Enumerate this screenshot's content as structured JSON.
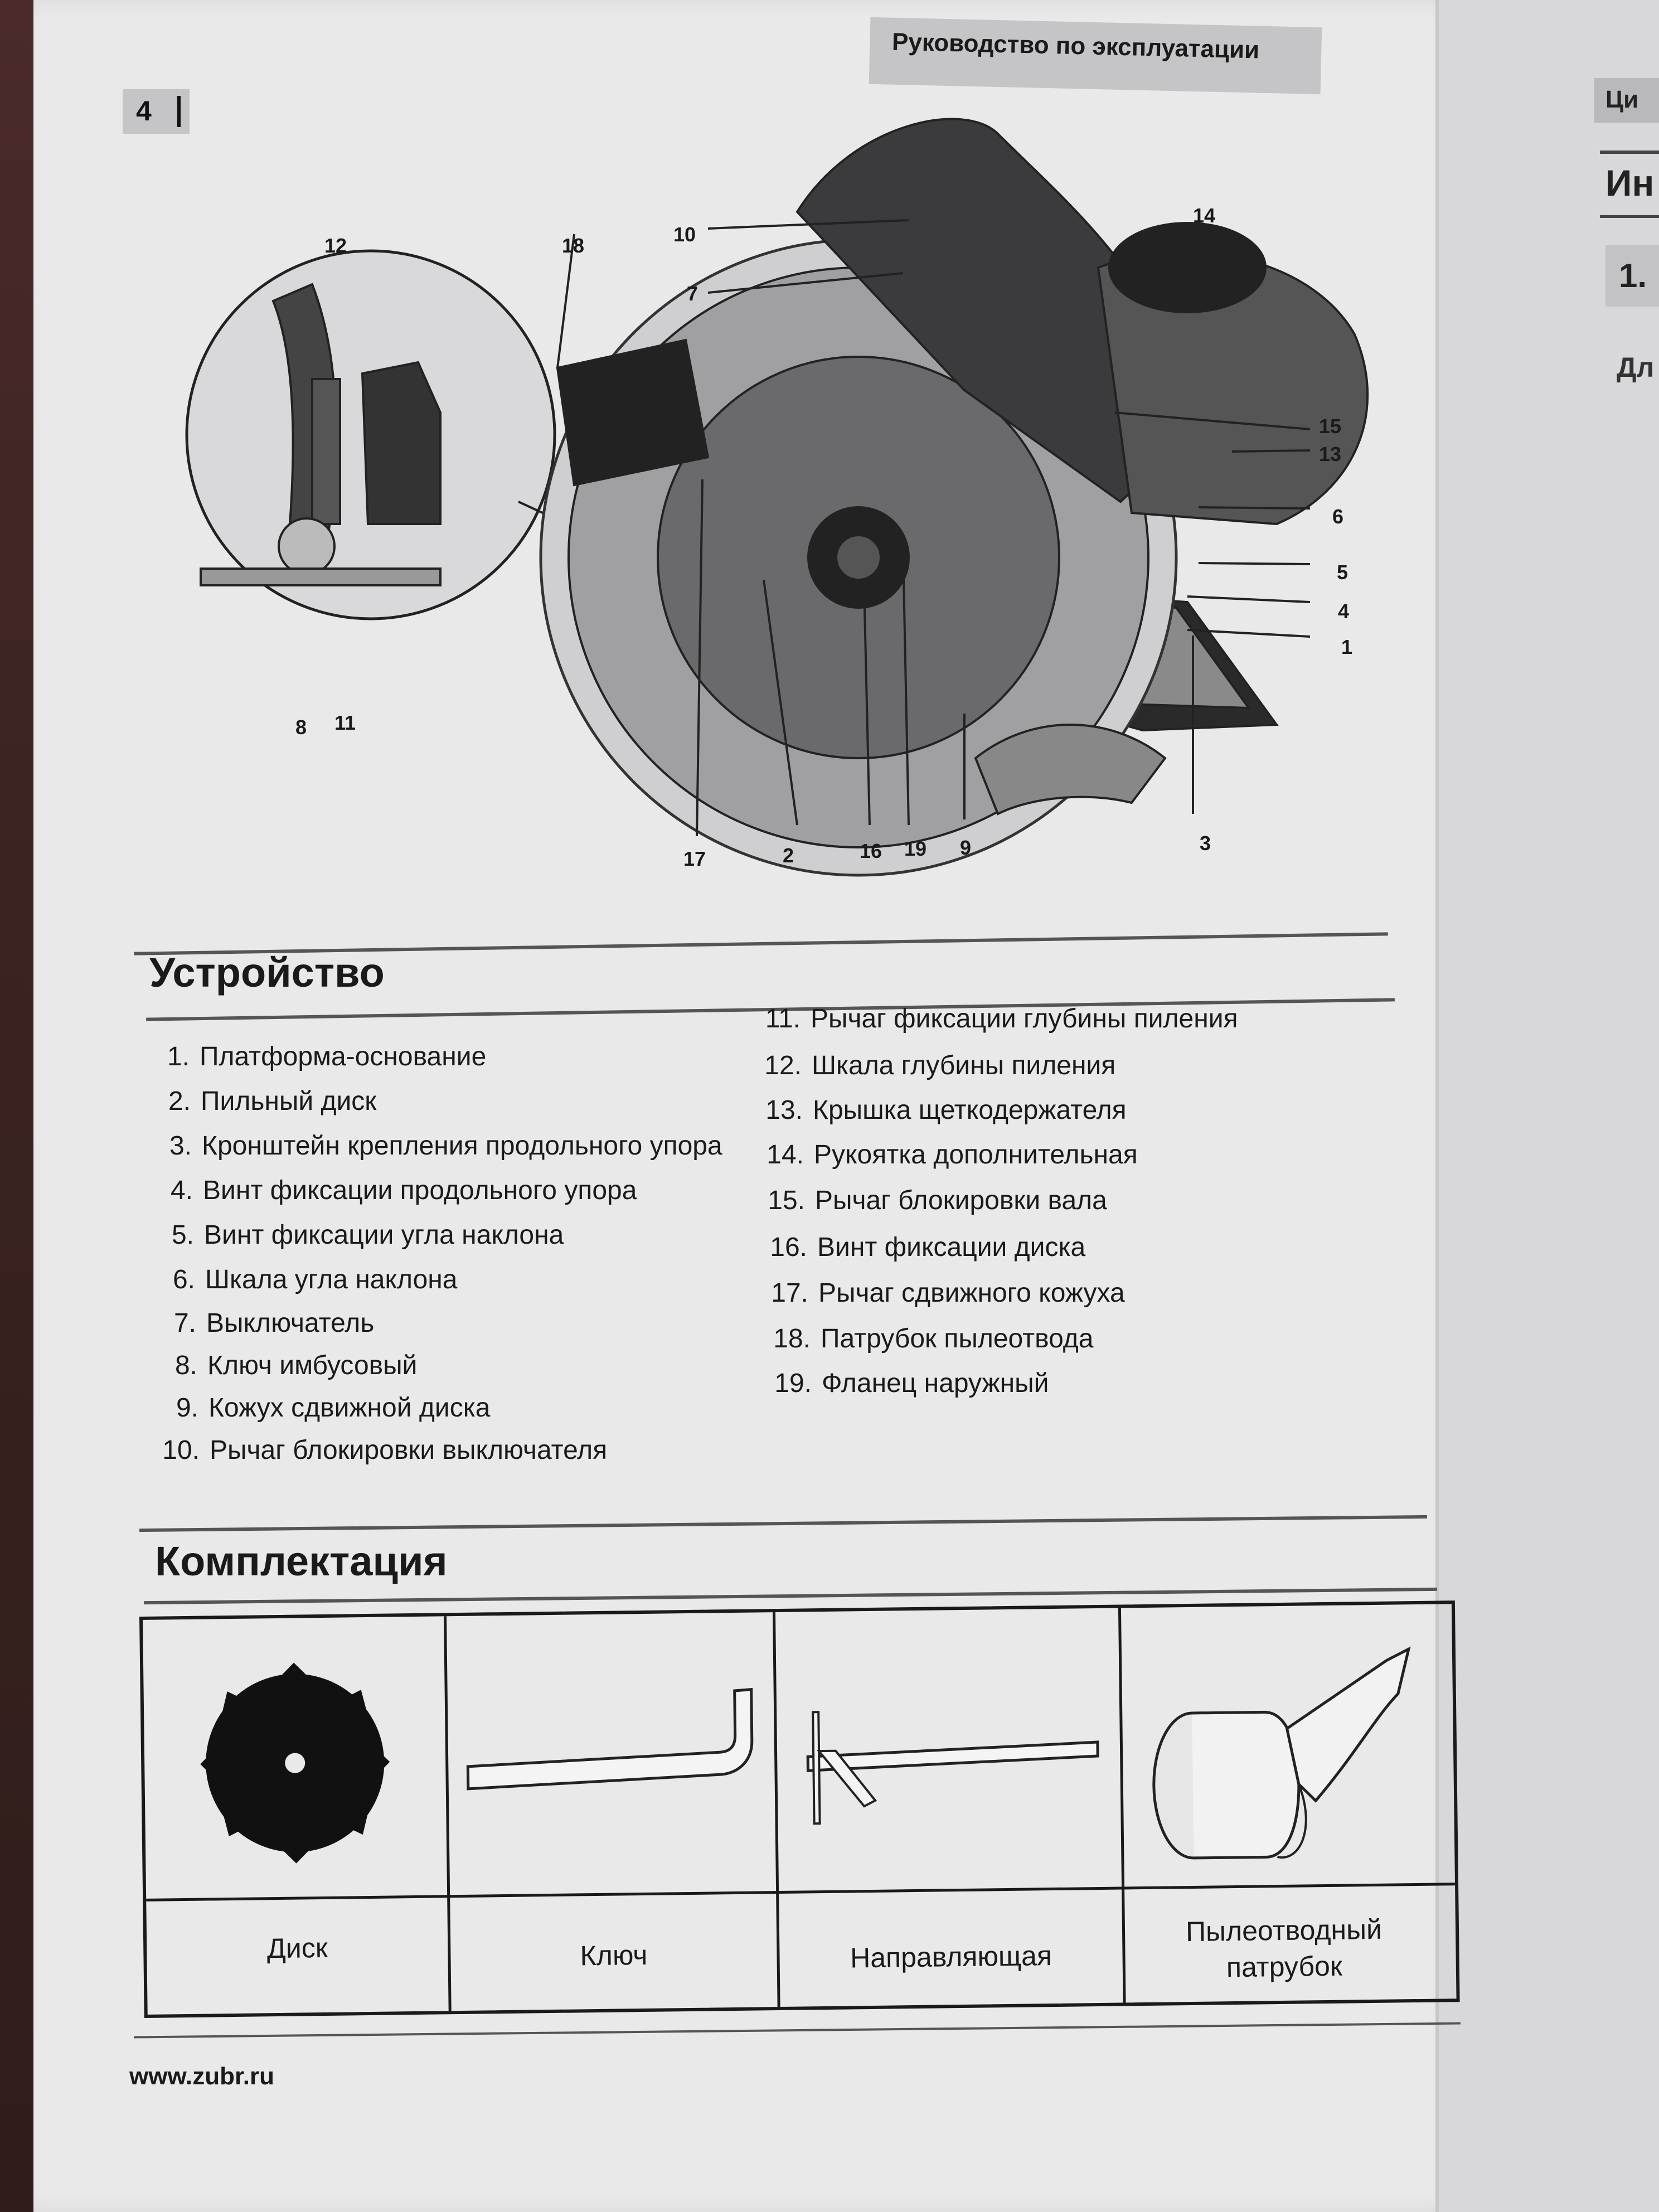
{
  "header": {
    "title": "Руководство по эксплуатации",
    "page_number": "4"
  },
  "neighbor_page": {
    "tag": "Ци",
    "heading": "Ин",
    "box_number": "1.",
    "small_text": "Дл"
  },
  "figure": {
    "callouts": [
      "12",
      "18",
      "10",
      "7",
      "14",
      "15",
      "13",
      "6",
      "5",
      "4",
      "1",
      "8",
      "11",
      "17",
      "2",
      "16",
      "19",
      "9",
      "3"
    ]
  },
  "device_section": {
    "title": "Устройство",
    "items": [
      {
        "num": "1.",
        "text": "Платформа-основание"
      },
      {
        "num": "2.",
        "text": "Пильный диск"
      },
      {
        "num": "3.",
        "text": "Кронштейн крепления продольного упора"
      },
      {
        "num": "4.",
        "text": "Винт фиксации продольного упора"
      },
      {
        "num": "5.",
        "text": "Винт фиксации угла наклона"
      },
      {
        "num": "6.",
        "text": "Шкала угла наклона"
      },
      {
        "num": "7.",
        "text": "Выключатель"
      },
      {
        "num": "8.",
        "text": "Ключ имбусовый"
      },
      {
        "num": "9.",
        "text": "Кожух сдвижной диска"
      },
      {
        "num": "10.",
        "text": "Рычаг блокировки выключателя"
      },
      {
        "num": "11.",
        "text": "Рычаг фиксации глубины пиления"
      },
      {
        "num": "12.",
        "text": "Шкала глубины пиления"
      },
      {
        "num": "13.",
        "text": "Крышка щеткодержателя"
      },
      {
        "num": "14.",
        "text": "Рукоятка дополнительная"
      },
      {
        "num": "15.",
        "text": "Рычаг блокировки вала"
      },
      {
        "num": "16.",
        "text": "Винт фиксации диска"
      },
      {
        "num": "17.",
        "text": "Рычаг сдвижного кожуха"
      },
      {
        "num": "18.",
        "text": "Патрубок пылеотвода"
      },
      {
        "num": "19.",
        "text": "Фланец наружный"
      }
    ]
  },
  "kit_section": {
    "title": "Комплектация",
    "items": [
      {
        "label": "Диск",
        "icon": "saw-disc-icon"
      },
      {
        "label": "Ключ",
        "icon": "hex-key-icon"
      },
      {
        "label": "Направляющая",
        "icon": "rip-fence-icon"
      },
      {
        "label": "Пылеотводный патрубок",
        "icon": "dust-nozzle-icon"
      }
    ]
  },
  "footer": {
    "url": "www.zubr.ru"
  }
}
